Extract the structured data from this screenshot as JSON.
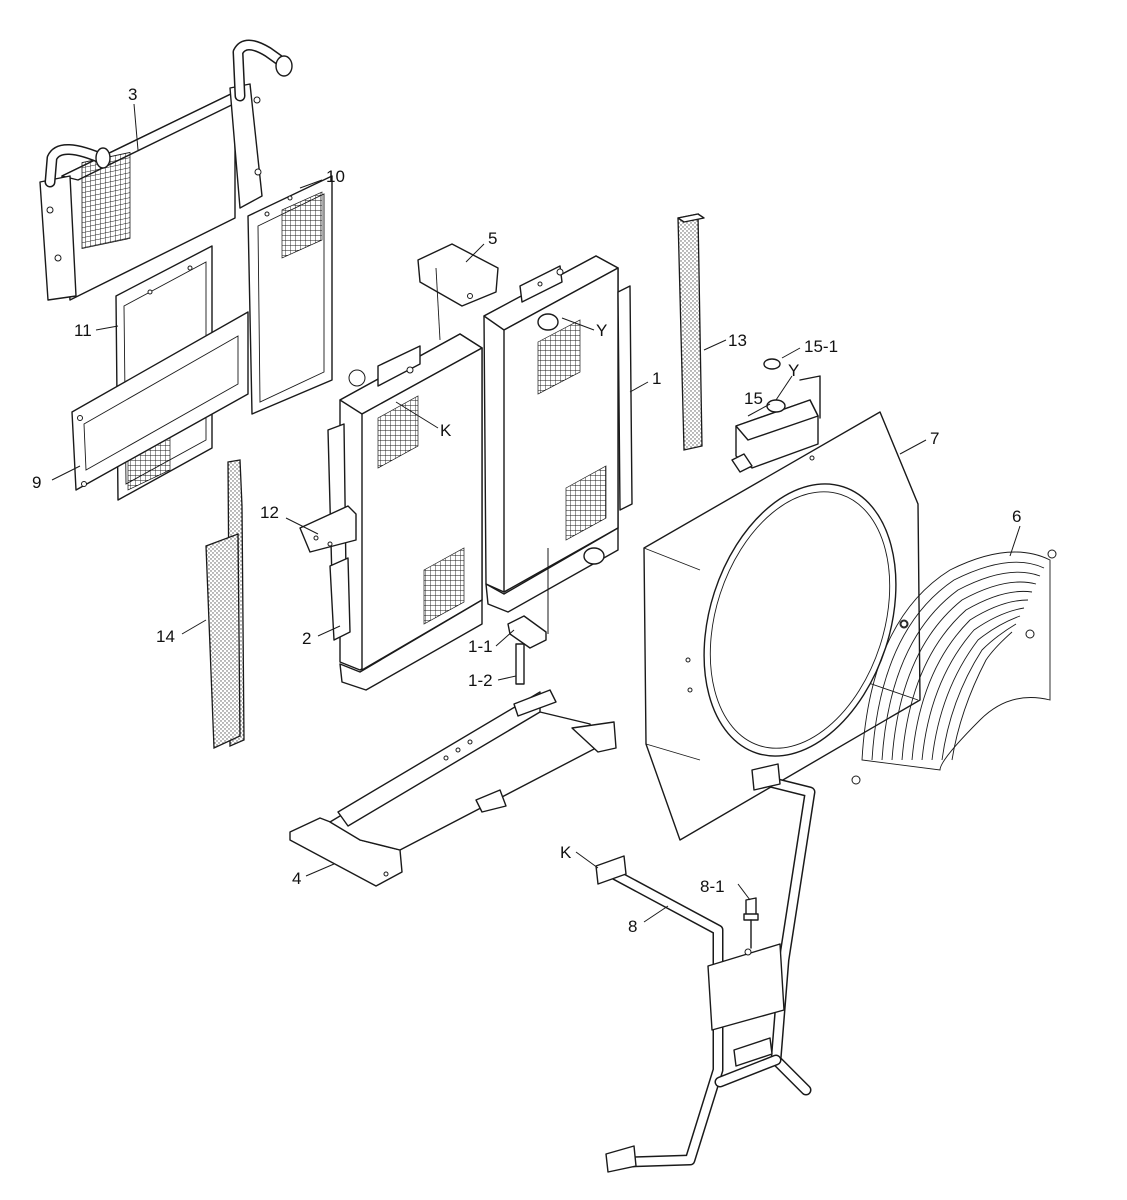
{
  "colors": {
    "line": "#1a1a1a",
    "background": "#ffffff",
    "text": "#111111"
  },
  "callouts": [
    {
      "id": "c3",
      "text": "3"
    },
    {
      "id": "c10",
      "text": "10"
    },
    {
      "id": "c5",
      "text": "5"
    },
    {
      "id": "c11",
      "text": "11"
    },
    {
      "id": "cY1",
      "text": "Y"
    },
    {
      "id": "c13",
      "text": "13"
    },
    {
      "id": "c151",
      "text": "15-1"
    },
    {
      "id": "cY2",
      "text": "Y"
    },
    {
      "id": "c1",
      "text": "1"
    },
    {
      "id": "c15",
      "text": "15"
    },
    {
      "id": "cK1",
      "text": "K"
    },
    {
      "id": "c7",
      "text": "7"
    },
    {
      "id": "c9",
      "text": "9"
    },
    {
      "id": "c6",
      "text": "6"
    },
    {
      "id": "c12",
      "text": "12"
    },
    {
      "id": "c14",
      "text": "14"
    },
    {
      "id": "c2",
      "text": "2"
    },
    {
      "id": "c11b",
      "text": "1-1"
    },
    {
      "id": "c12b",
      "text": "1-2"
    },
    {
      "id": "cK2",
      "text": "K"
    },
    {
      "id": "c81",
      "text": "8-1"
    },
    {
      "id": "c4",
      "text": "4"
    },
    {
      "id": "c8",
      "text": "8"
    }
  ]
}
